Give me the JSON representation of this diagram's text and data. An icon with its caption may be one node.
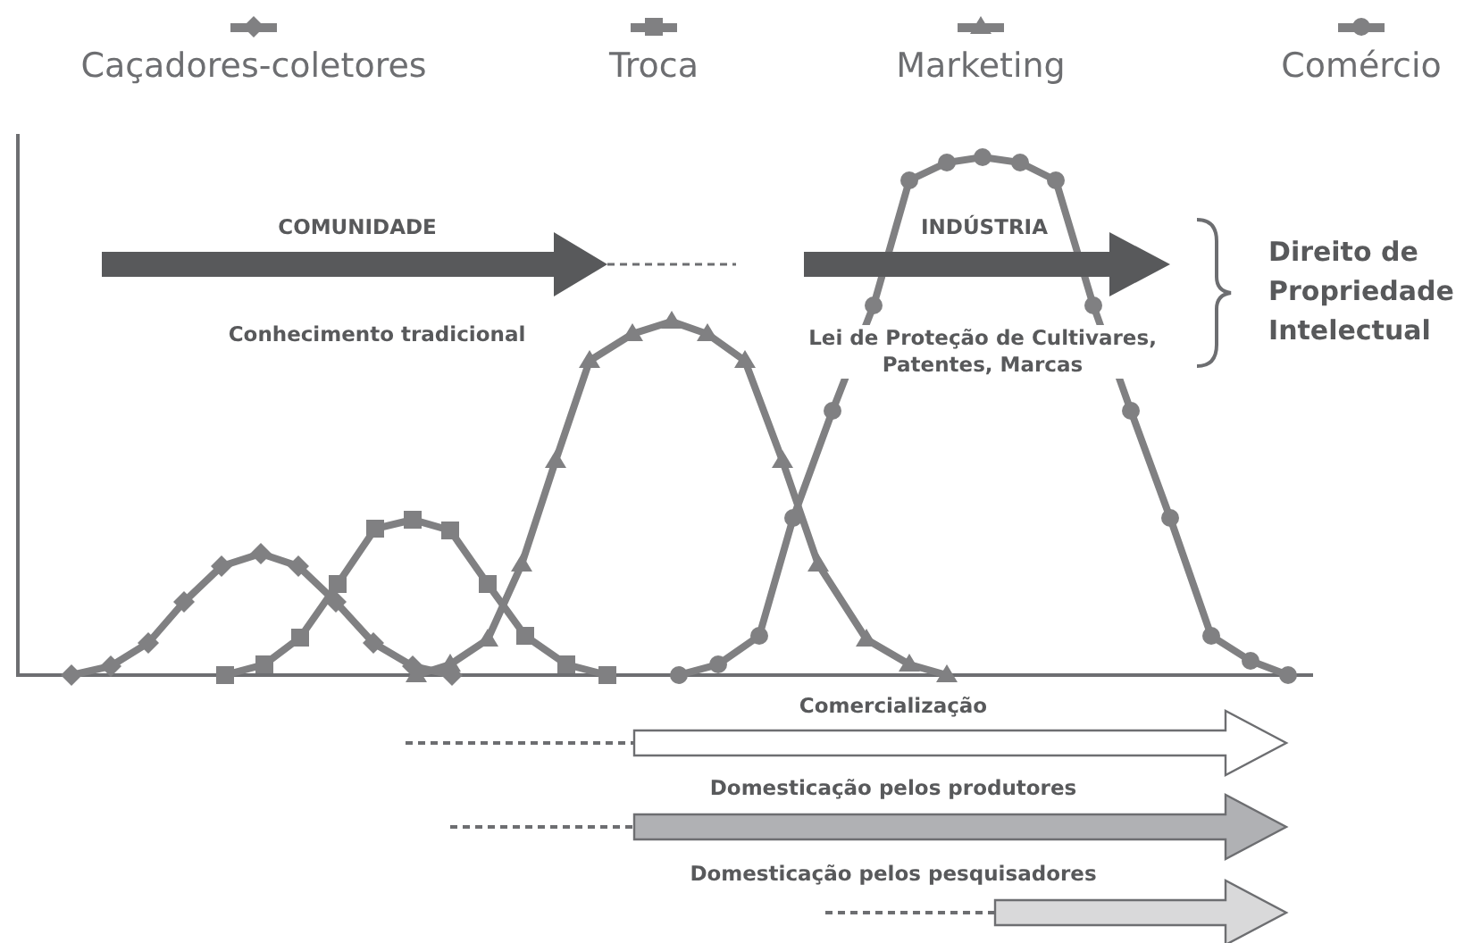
{
  "diagram": {
    "labels": [
      "COMUNIDADE",
      "INDÚSTRIA",
      "Conhecimento tradicional",
      "Lei de Proteção de Cultivares, Patentes, Marcas",
      "Direito de Propriedade Intelectual",
      "Comercialização",
      "Domesticação pelos produtores",
      "Domesticação pelos pesquisadores"
    ],
    "legend": [
      {
        "text": "Caçadores-coletores"
      },
      {
        "text": "Troca"
      },
      {
        "text": "Marketing"
      },
      {
        "text": "Comércio"
      }
    ]
  }
}
